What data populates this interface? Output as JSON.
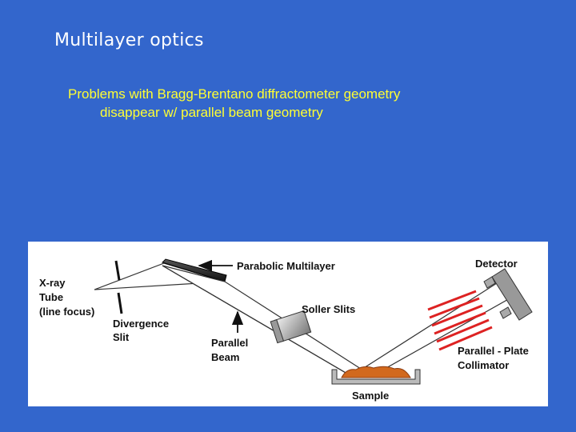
{
  "slide": {
    "title": "Multilayer optics",
    "bullet_line1": "Problems with Bragg-Brentano diffractometer geometry",
    "bullet_line2": "disappear w/ parallel beam geometry"
  },
  "diagram": {
    "labels": {
      "xray_tube_1": "X-ray",
      "xray_tube_2": "Tube",
      "xray_tube_3": "(line focus)",
      "divergence_1": "Divergence",
      "divergence_2": "Slit",
      "multilayer": "Parabolic Multilayer",
      "parallel_1": "Parallel",
      "parallel_2": "Beam",
      "soller": "Soller Slits",
      "sample": "Sample",
      "detector": "Detector",
      "collimator_1": "Parallel - Plate",
      "collimator_2": "Collimator"
    },
    "colors": {
      "background": "#3366cc",
      "title_text": "#ffffff",
      "bullet_text": "#ffff33",
      "collimator_plates": "#dd2222",
      "sample_fill": "#d2691e"
    }
  }
}
